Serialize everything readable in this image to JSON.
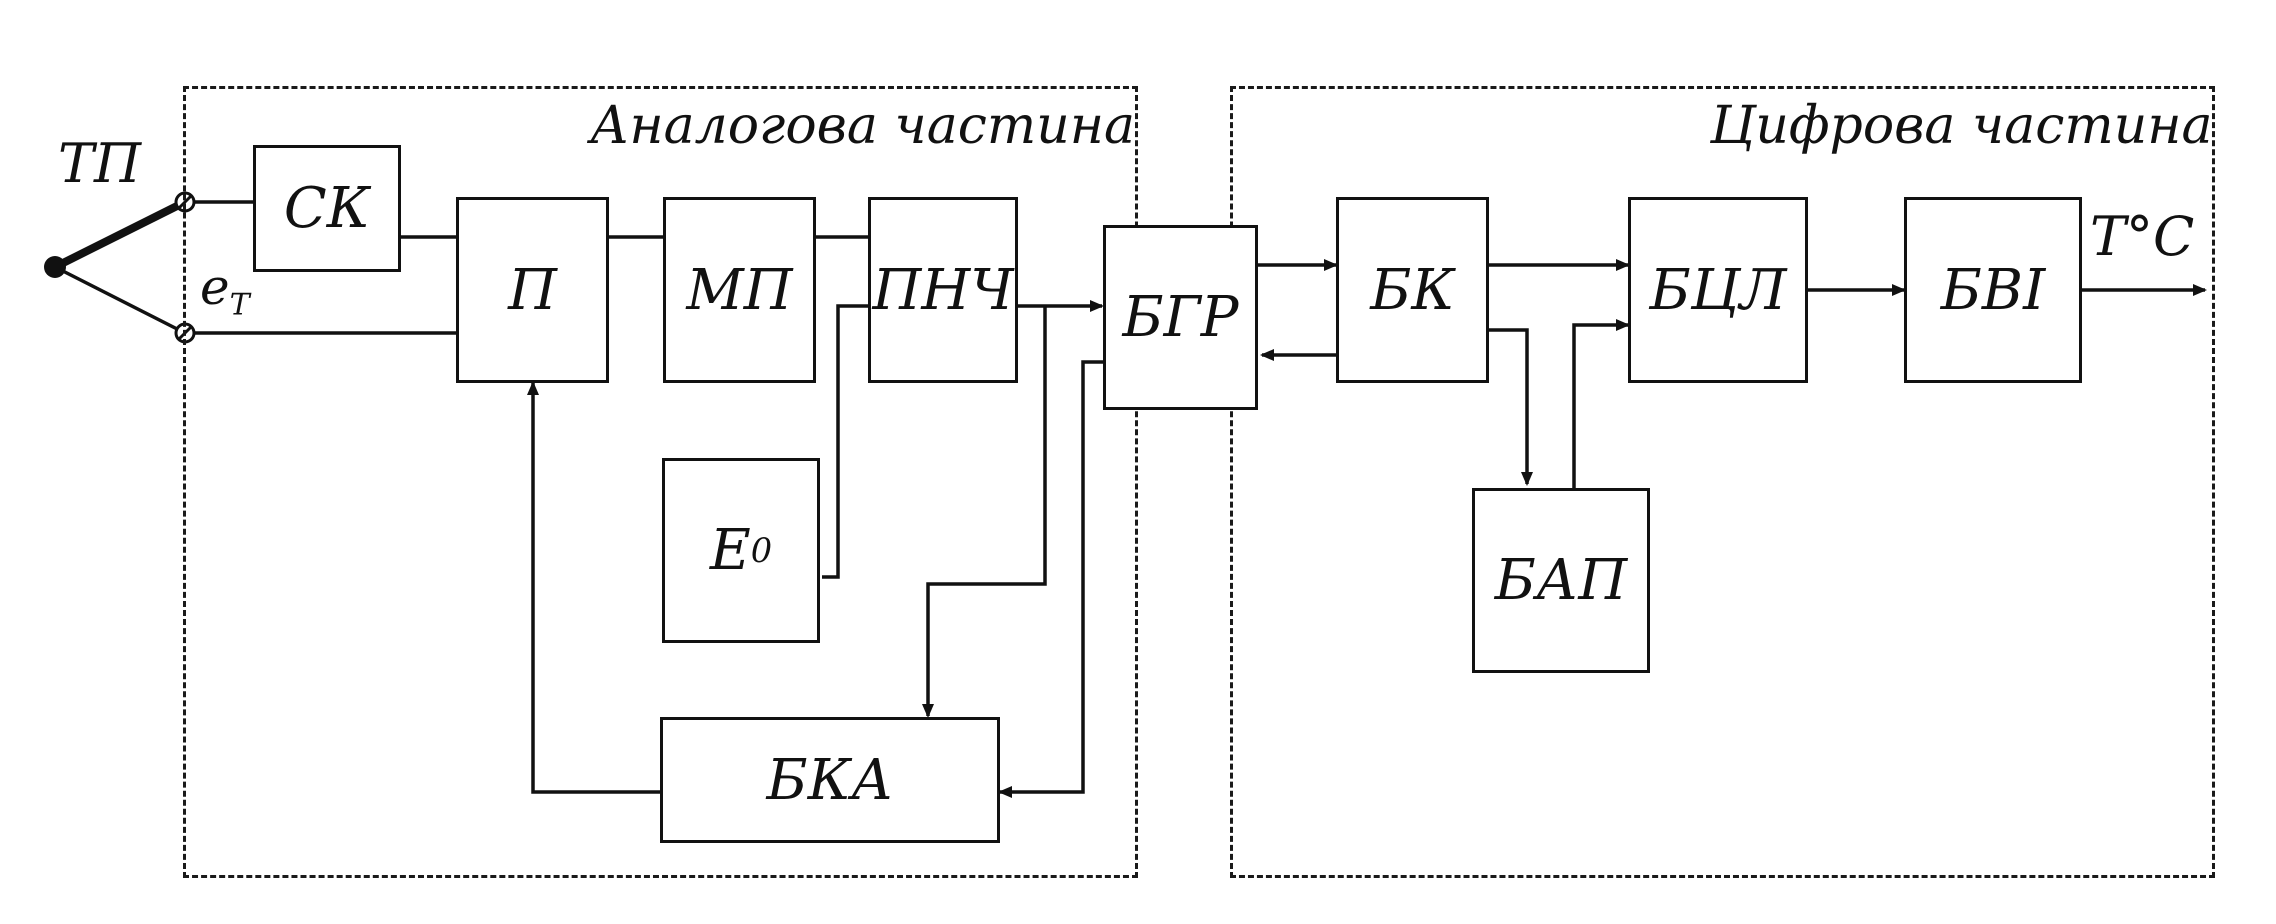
{
  "regions": {
    "analog_title": "Аналогова частина",
    "digital_title": "Цифрова частина"
  },
  "labels": {
    "thermocouple": "ТП",
    "emf_main": "e",
    "emf_sub": "T",
    "output": "T°C"
  },
  "blocks": {
    "sk": "СК",
    "p": "П",
    "mp": "МП",
    "pnch": "ПНЧ",
    "e0_main": "E",
    "e0_sub": "0",
    "bka": "БКА",
    "bgr": "БГР",
    "bk": "БК",
    "bcl": "БЦЛ",
    "bap": "БАП",
    "bvi": "БВІ"
  }
}
